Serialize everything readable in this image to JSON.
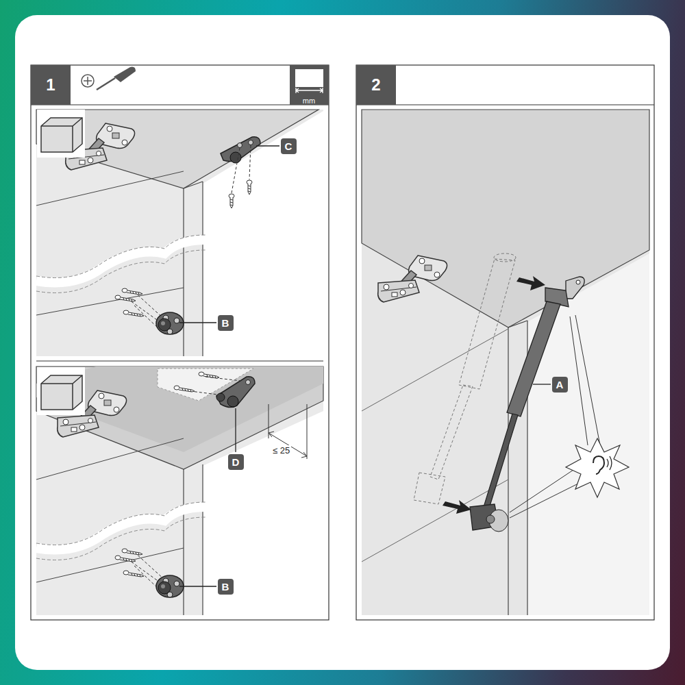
{
  "diagram": {
    "nodes": [
      {
        "text": [
          "1"
        ]
      },
      {
        "text": [
          "C"
        ]
      },
      {
        "text": [
          "B"
        ]
      },
      {
        "text": [
          "D"
        ]
      },
      {
        "text": [
          "B"
        ]
      },
      {
        "text": [
          "2"
        ]
      },
      {
        "text": [
          "A"
        ]
      }
    ],
    "labels": [
      "mm",
      "≤ 25"
    ]
  }
}
